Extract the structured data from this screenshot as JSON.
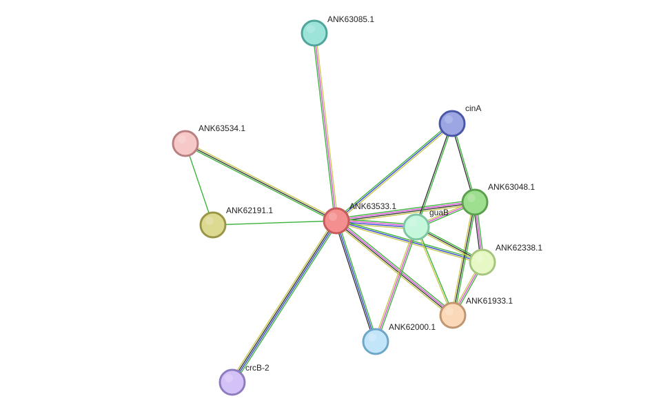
{
  "nodes": [
    {
      "id": "ANK63533.1",
      "label": "ANK63533.1",
      "fill": "#f48f8f",
      "stroke": "#c75a5a"
    },
    {
      "id": "ANK63085.1",
      "label": "ANK63085.1",
      "fill": "#9ce3d9",
      "stroke": "#4fa59b"
    },
    {
      "id": "cinA",
      "label": "cinA",
      "fill": "#9ca6e3",
      "stroke": "#4a56a7"
    },
    {
      "id": "ANK63534.1",
      "label": "ANK63534.1",
      "fill": "#f7c8c8",
      "stroke": "#b88080"
    },
    {
      "id": "ANK63048.1",
      "label": "ANK63048.1",
      "fill": "#9ede8f",
      "stroke": "#5ba04c"
    },
    {
      "id": "guaB",
      "label": "guaB",
      "fill": "#c5f7dc",
      "stroke": "#7ec6a1"
    },
    {
      "id": "ANK62191.1",
      "label": "ANK62191.1",
      "fill": "#dcd991",
      "stroke": "#9a9547"
    },
    {
      "id": "ANK62338.1",
      "label": "ANK62338.1",
      "fill": "#e6f9c4",
      "stroke": "#a6c57e"
    },
    {
      "id": "ANK61933.1",
      "label": "ANK61933.1",
      "fill": "#fbd9b8",
      "stroke": "#c09570"
    },
    {
      "id": "ANK62000.1",
      "label": "ANK62000.1",
      "fill": "#c2e5f9",
      "stroke": "#6ea6c8"
    },
    {
      "id": "crcB-2",
      "label": "crcB-2",
      "fill": "#d3c2f7",
      "stroke": "#8f7cbf"
    }
  ],
  "edges": [
    {
      "source": "ANK63533.1",
      "target": "ANK63085.1",
      "colors": [
        "#3cb43c",
        "#d84fd8",
        "#c8c850"
      ]
    },
    {
      "source": "ANK63533.1",
      "target": "cinA",
      "colors": [
        "#3cb43c",
        "#3344cc",
        "#c8c850"
      ]
    },
    {
      "source": "ANK63533.1",
      "target": "ANK63534.1",
      "colors": [
        "#3cb43c",
        "#333333",
        "#c8c850"
      ]
    },
    {
      "source": "ANK63533.1",
      "target": "ANK62191.1",
      "colors": [
        "#3cb43c"
      ]
    },
    {
      "source": "ANK63533.1",
      "target": "ANK63048.1",
      "colors": [
        "#3cb43c",
        "#d84fd8",
        "#333333",
        "#c8c850"
      ]
    },
    {
      "source": "ANK63533.1",
      "target": "guaB",
      "colors": [
        "#3cb43c",
        "#d84fd8",
        "#3344cc",
        "#c8c850"
      ]
    },
    {
      "source": "ANK63533.1",
      "target": "ANK62338.1",
      "colors": [
        "#3cb43c",
        "#3344cc",
        "#c8c850"
      ]
    },
    {
      "source": "ANK63533.1",
      "target": "ANK61933.1",
      "colors": [
        "#3cb43c",
        "#d84fd8",
        "#333333",
        "#c8c850"
      ]
    },
    {
      "source": "ANK63533.1",
      "target": "ANK62000.1",
      "colors": [
        "#3cb43c",
        "#3344cc",
        "#333333"
      ]
    },
    {
      "source": "ANK63533.1",
      "target": "crcB-2",
      "colors": [
        "#3cb43c",
        "#3344cc",
        "#333333",
        "#c8c850"
      ]
    },
    {
      "source": "ANK63534.1",
      "target": "ANK62191.1",
      "colors": [
        "#3cb43c"
      ]
    },
    {
      "source": "cinA",
      "target": "ANK63048.1",
      "colors": [
        "#3cb43c",
        "#333333"
      ]
    },
    {
      "source": "cinA",
      "target": "guaB",
      "colors": [
        "#3cb43c",
        "#333333"
      ]
    },
    {
      "source": "ANK63048.1",
      "target": "guaB",
      "colors": [
        "#3cb43c",
        "#d84fd8",
        "#c8c850"
      ]
    },
    {
      "source": "ANK63048.1",
      "target": "ANK62338.1",
      "colors": [
        "#3cb43c",
        "#d84fd8",
        "#333333"
      ]
    },
    {
      "source": "ANK63048.1",
      "target": "ANK61933.1",
      "colors": [
        "#3cb43c",
        "#333333",
        "#c8c850"
      ]
    },
    {
      "source": "guaB",
      "target": "ANK62338.1",
      "colors": [
        "#3cb43c",
        "#333333",
        "#c8c850"
      ]
    },
    {
      "source": "guaB",
      "target": "ANK62000.1",
      "colors": [
        "#3cb43c",
        "#d84fd8",
        "#c8c850"
      ]
    },
    {
      "source": "guaB",
      "target": "ANK61933.1",
      "colors": [
        "#3cb43c",
        "#c8c850"
      ]
    },
    {
      "source": "ANK62338.1",
      "target": "ANK61933.1",
      "colors": [
        "#3cb43c",
        "#d84fd8",
        "#c8c850"
      ]
    }
  ]
}
